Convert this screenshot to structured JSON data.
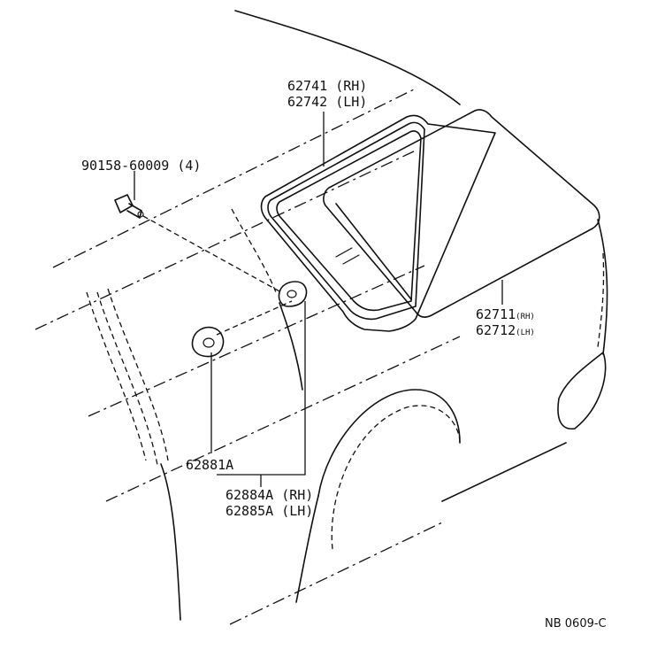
{
  "diagram": {
    "parts": {
      "molding": {
        "number": "62741",
        "side": "(RH)",
        "number2": "62742",
        "side2": "(LH)"
      },
      "screw": {
        "number": "90158-60009",
        "qty": "(4)"
      },
      "glass": {
        "number": "62711",
        "side": "(RH)",
        "number2": "62712",
        "side2": "(LH)"
      },
      "clip": {
        "number": "62881A"
      },
      "retainer": {
        "number": "62884A",
        "side": "(RH)",
        "number2": "62885A",
        "side2": "(LH)"
      }
    },
    "ref_code": "NB 0609-C"
  }
}
